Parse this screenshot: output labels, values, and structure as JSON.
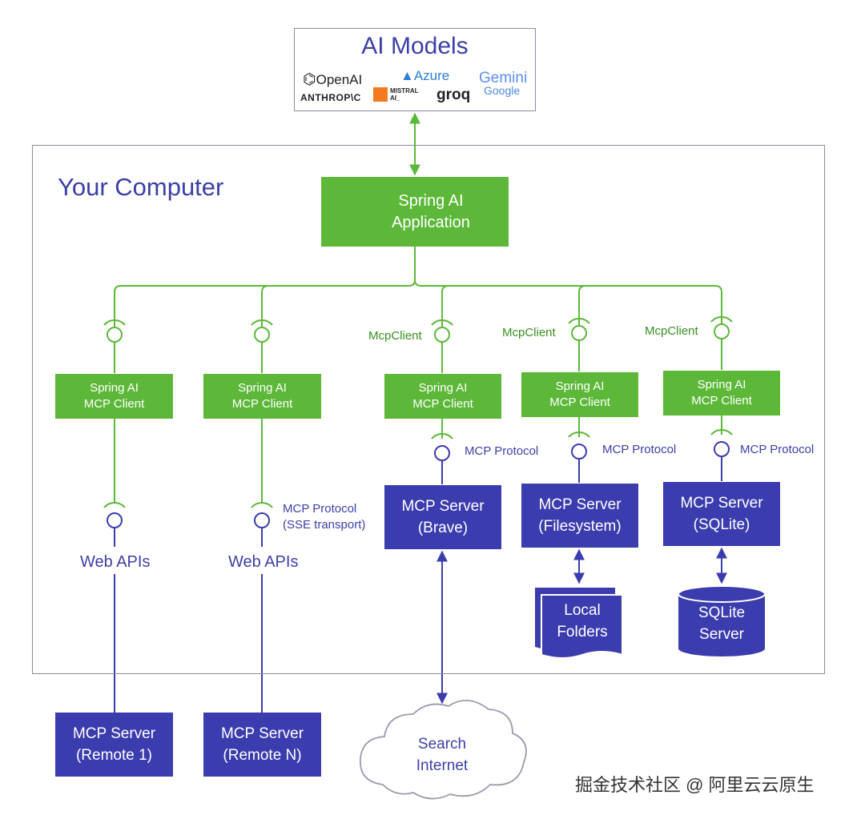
{
  "models": {
    "title": "AI Models",
    "logos": [
      {
        "name": "openai-logo",
        "text": "OpenAI"
      },
      {
        "name": "azure-logo",
        "text": "Azure"
      },
      {
        "name": "gemini-logo",
        "text": "Gemini"
      },
      {
        "name": "google-logo",
        "text": "Google"
      },
      {
        "name": "anthropic-logo",
        "text": "ANTHROP\\C"
      },
      {
        "name": "mistral-logo",
        "text": "MISTRAL AI_"
      },
      {
        "name": "groq-logo",
        "text": "groq"
      }
    ]
  },
  "computer": {
    "label": "Your Computer"
  },
  "app": {
    "line1": "Spring AI",
    "line2": "Application",
    "icon": "brain-icon"
  },
  "clients": [
    {
      "line1": "Spring AI",
      "line2": "MCP Client"
    },
    {
      "line1": "Spring AI",
      "line2": "MCP Client"
    },
    {
      "line1": "Spring AI",
      "line2": "MCP Client"
    },
    {
      "line1": "Spring AI",
      "line2": "MCP Client"
    },
    {
      "line1": "Spring AI",
      "line2": "MCP Client"
    }
  ],
  "mcp_client_label": "McpClient",
  "mcp_protocol_label": "MCP Protocol",
  "sse_label": {
    "line1": "MCP Protocol",
    "line2": "(SSE transport)"
  },
  "web_apis": "Web APIs",
  "servers": {
    "brave": {
      "line1": "MCP Server",
      "line2": "(Brave)"
    },
    "filesystem": {
      "line1": "MCP Server",
      "line2": "(Filesystem)"
    },
    "sqlite": {
      "line1": "MCP Server",
      "line2": "(SQLite)"
    },
    "remote1": {
      "line1": "MCP Server",
      "line2": "(Remote 1)"
    },
    "remoteN": {
      "line1": "MCP Server",
      "line2": "(Remote N)"
    }
  },
  "local_folders": {
    "line1": "Local",
    "line2": "Folders"
  },
  "sqlite_server": {
    "line1": "SQLite",
    "line2": "Server"
  },
  "internet": {
    "line1": "Search",
    "line2": "Internet"
  },
  "watermark": "掘金技术社区 @ 阿里云云原生",
  "colors": {
    "green": "#5db83a",
    "blue": "#3b3cad",
    "label_blue": "#3c3fa6"
  }
}
